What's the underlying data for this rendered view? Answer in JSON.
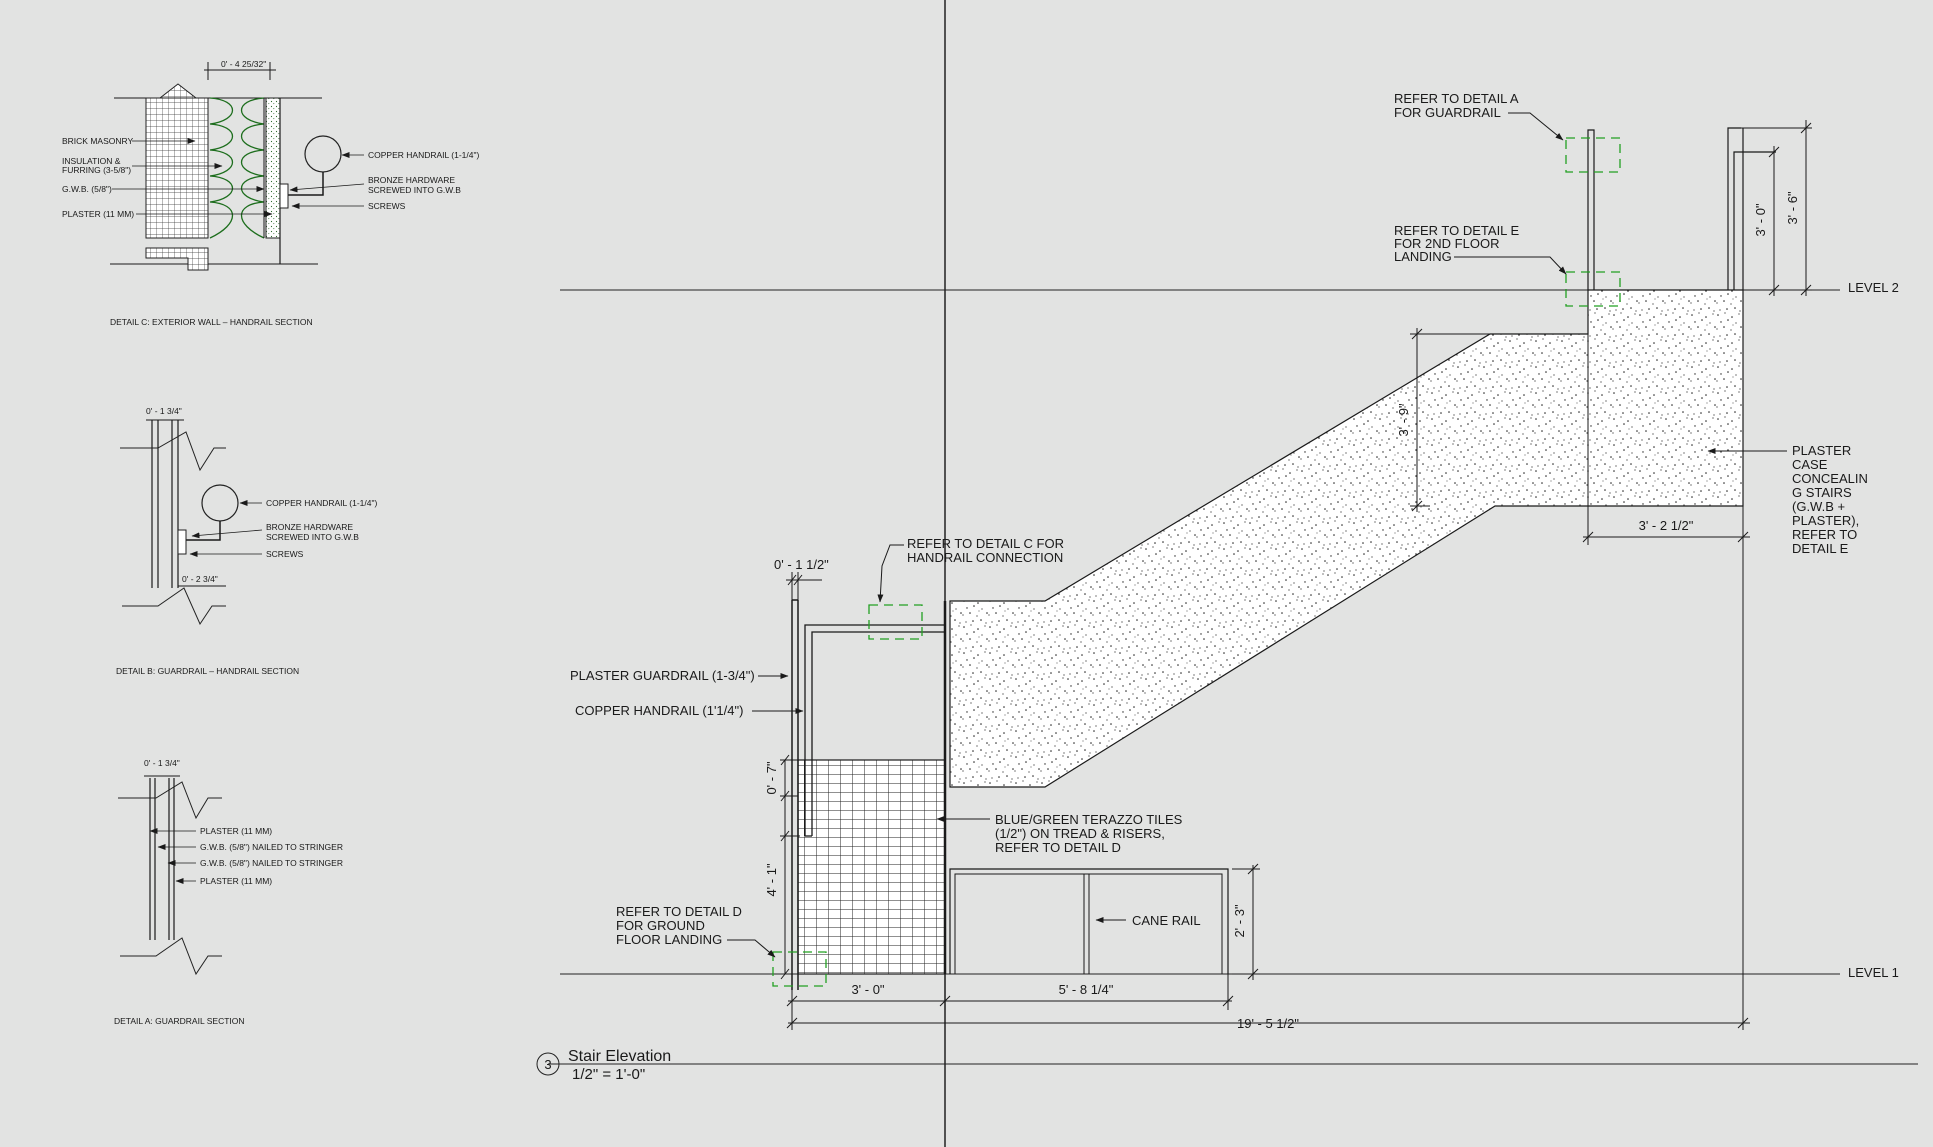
{
  "title": {
    "number": "3",
    "name": "Stair Elevation",
    "scale": "1/2\" = 1'-0\""
  },
  "levels": {
    "level1": "LEVEL 1",
    "level2": "LEVEL 2"
  },
  "notes": {
    "detail_a_ref": [
      "REFER TO DETAIL A",
      "FOR GUARDRAIL"
    ],
    "detail_e_ref": [
      "REFER TO DETAIL E",
      "FOR 2ND FLOOR",
      "LANDING"
    ],
    "detail_c_ref": [
      "REFER TO DETAIL C FOR",
      "HANDRAIL CONNECTION"
    ],
    "detail_d_ref": [
      "REFER TO DETAIL D",
      "FOR GROUND",
      "FLOOR LANDING"
    ],
    "plaster_guardrail": "PLASTER GUARDRAIL (1-3/4\")",
    "copper_handrail": "COPPER HANDRAIL (1'1/4\")",
    "terrazzo": [
      "BLUE/GREEN TERAZZO TILES",
      "(1/2\") ON TREAD & RISERS,",
      "REFER TO DETAIL D"
    ],
    "cane_rail": "CANE RAIL",
    "plaster_case": [
      "PLASTER",
      "CASE",
      "CONCEALIN",
      "G STAIRS",
      "(G.W.B +",
      "PLASTER),",
      "REFER TO",
      "DETAIL E"
    ]
  },
  "dimensions": {
    "d_1_5": "0' - 1 1/2\"",
    "d_0_7": "0' - 7\"",
    "d_4_1": "4' - 1\"",
    "d_3_0": "3' - 0\"",
    "d_5_8": "5' - 8 1/4\"",
    "d_19_5": "19' - 5 1/2\"",
    "d_2_3": "2' - 3\"",
    "d_3_9": "3' - 9\"",
    "d_3_2": "3' - 2 1/2\"",
    "d_3_0v": "3' - 0\"",
    "d_3_6": "3' - 6\""
  },
  "detail_c": {
    "caption": "DETAIL C: EXTERIOR WALL – HANDRAIL SECTION",
    "dim": "0' - 4 25/32\"",
    "labels_left": [
      "BRICK MASONRY",
      "INSULATION &",
      "FURRING (3-5/8\")",
      "G.W.B. (5/8\")",
      "PLASTER (11 MM)"
    ],
    "labels_right": [
      "COPPER HANDRAIL (1-1/4\")",
      "BRONZE HARDWARE",
      "SCREWED INTO G.W.B",
      "SCREWS"
    ]
  },
  "detail_b": {
    "caption": "DETAIL B: GUARDRAIL – HANDRAIL SECTION",
    "dim_top": "0' - 1 3/4\"",
    "dim_bottom": "0' - 2 3/4\"",
    "labels": [
      "COPPER HANDRAIL (1-1/4\")",
      "BRONZE HARDWARE",
      "SCREWED INTO G.W.B",
      "SCREWS"
    ]
  },
  "detail_a": {
    "caption": "DETAIL A: GUARDRAIL SECTION",
    "dim": "0' - 1 3/4\"",
    "labels": [
      "PLASTER (11 MM)",
      "G.W.B. (5/8\") NAILED TO STRINGER",
      "G.W.B. (5/8\") NAILED TO STRINGER",
      "PLASTER (11 MM)"
    ]
  }
}
